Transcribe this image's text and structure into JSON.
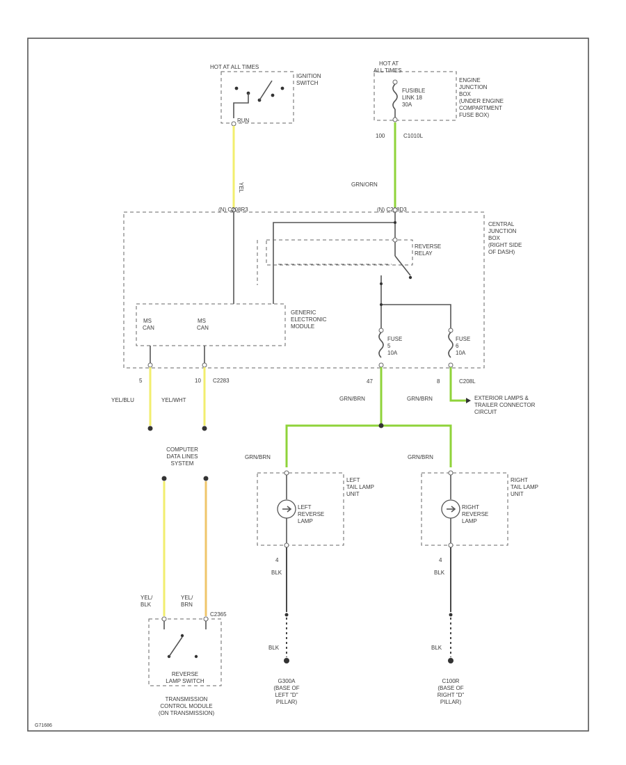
{
  "diagram_id": "G71686",
  "ignition": {
    "header": "HOT AT ALL TIMES",
    "label": [
      "IGNITION",
      "SWITCH"
    ],
    "pin": "RUN",
    "wire": "YEL"
  },
  "fuse_box": {
    "header": [
      "HOT AT",
      "ALL TIMES"
    ],
    "fusible_link": [
      "FUSIBLE",
      "LINK 18",
      "30A"
    ],
    "label": [
      "ENGINE",
      "JUNCTION",
      "BOX",
      "(UNDER ENGINE",
      "COMPARTMENT",
      "FUSE BOX)"
    ],
    "pin": "100",
    "connector": "C1010L",
    "wire": "GRN/ORN"
  },
  "central_junction": {
    "conn_left": "(N) C208R3",
    "conn_right": "(N) C208D3",
    "label": [
      "CENTRAL",
      "JUNCTION",
      "BOX",
      "(RIGHT SIDE",
      "OF DASH)"
    ],
    "relay": [
      "REVERSE",
      "RELAY"
    ],
    "fuse_left": [
      "FUSE",
      "5",
      "10A"
    ],
    "fuse_right": [
      "FUSE",
      "6",
      "10A"
    ]
  },
  "gem": {
    "label": [
      "GENERIC",
      "ELECTRONIC",
      "MODULE"
    ],
    "pin_a": [
      "MS",
      "CAN"
    ],
    "pin_b": [
      "MS",
      "CAN"
    ],
    "pin_a_num": "5",
    "pin_b_num": "10",
    "connector": "C2283",
    "wire_a": "YEL/BLU",
    "wire_b": "YEL/WHT"
  },
  "reverse_out": {
    "pin_left": "47",
    "wire_left": "GRN/BRN",
    "pin_right": "8",
    "connector_right": "C208L",
    "wire_right": "GRN/BRN",
    "destination": [
      "EXTERIOR LAMPS &",
      "TRAILER CONNECTOR",
      "CIRCUIT"
    ]
  },
  "computer_data": {
    "label": [
      "COMPUTER",
      "DATA LINES",
      "SYSTEM"
    ]
  },
  "trans_switch": {
    "wire_left": [
      "YEL/",
      "BLK"
    ],
    "wire_right": [
      "YEL/",
      "BRN"
    ],
    "connector": "C2365",
    "label": [
      "REVERSE",
      "LAMP SWITCH"
    ],
    "module": [
      "TRANSMISSION",
      "CONTROL MODULE",
      "(ON TRANSMISSION)"
    ]
  },
  "left_lamp": {
    "wire_in": "GRN/BRN",
    "unit": [
      "LEFT",
      "TAIL LAMP",
      "UNIT"
    ],
    "lamp": [
      "LEFT",
      "REVERSE",
      "LAMP"
    ],
    "pin": "4",
    "wire_out": "BLK",
    "ground_wire": "BLK",
    "ground": [
      "G300A",
      "(BASE OF",
      "LEFT \"D\"",
      "PILLAR)"
    ]
  },
  "right_lamp": {
    "wire_in": "GRN/BRN",
    "unit": [
      "RIGHT",
      "TAIL LAMP",
      "UNIT"
    ],
    "lamp": [
      "RIGHT",
      "REVERSE",
      "LAMP"
    ],
    "pin": "4",
    "wire_out": "BLK",
    "ground_wire": "BLK",
    "ground": [
      "C100R",
      "(BASE OF",
      "RIGHT \"D\"",
      "PILLAR)"
    ]
  },
  "colors": {
    "green": "#8fd33a",
    "yellow": "#f2ee6e",
    "orange": "#efc56a",
    "line": "#555555"
  }
}
